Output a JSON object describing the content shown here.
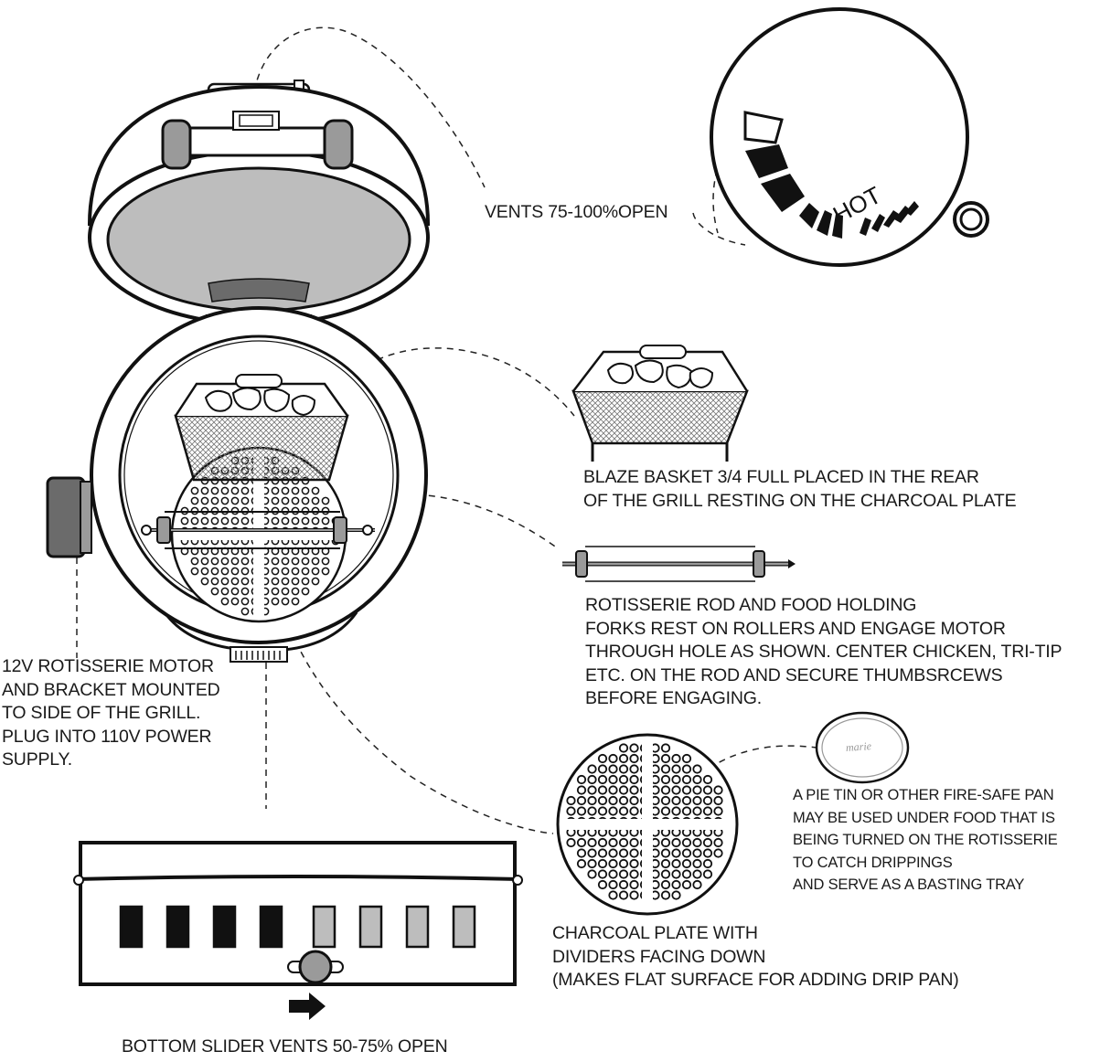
{
  "labels": {
    "vents_top": "VENTS 75-100%OPEN",
    "dial_word": "HOT",
    "blaze_basket": [
      "BLAZE BASKET 3/4 FULL PLACED IN THE REAR",
      "OF THE GRILL RESTING ON THE CHARCOAL PLATE"
    ],
    "rotisserie_rod": [
      "ROTISSERIE ROD AND FOOD HOLDING",
      "FORKS REST ON ROLLERS AND ENGAGE MOTOR",
      "THROUGH HOLE AS SHOWN. CENTER CHICKEN, TRI-TIP",
      "ETC. ON THE ROD AND SECURE THUMBSRCEWS",
      "BEFORE ENGAGING."
    ],
    "motor": [
      "12V ROTISSERIE MOTOR",
      "AND BRACKET MOUNTED",
      "TO SIDE OF THE GRILL.",
      "PLUG INTO 110V POWER",
      "SUPPLY."
    ],
    "pie_tin_brand": "marie",
    "pie_tin": [
      "A PIE TIN OR OTHER FIRE-SAFE PAN",
      "MAY BE USED UNDER FOOD THAT IS",
      "BEING TURNED ON THE ROTISSERIE",
      "TO CATCH DRIPPINGS",
      "AND SERVE AS A BASTING TRAY"
    ],
    "charcoal_plate": [
      "CHARCOAL PLATE WITH",
      "DIVIDERS FACING DOWN",
      "(MAKES FLAT SURFACE FOR ADDING DRIP PAN)"
    ],
    "bottom_vents": "BOTTOM SLIDER VENTS 50-75% OPEN"
  },
  "colors": {
    "ink": "#1a1a1a",
    "grill_gray": "#bdbdbd",
    "dark_gray": "#6b6b6b",
    "mid_gray": "#9a9a9a"
  }
}
